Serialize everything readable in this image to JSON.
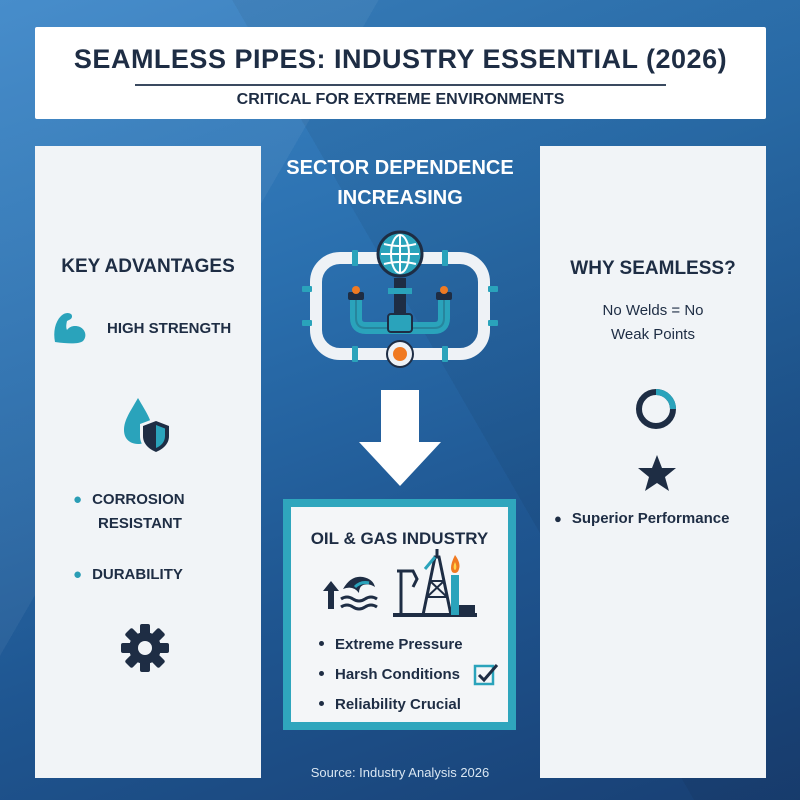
{
  "header": {
    "title": "SEAMLESS PIPES: INDUSTRY ESSENTIAL (2026)",
    "subtitle": "CRITICAL FOR EXTREME ENVIRONMENTS"
  },
  "left_panel": {
    "heading": "KEY ADVANTAGES",
    "items": [
      {
        "label": "HIGH STRENGTH",
        "icon": "muscle-arm-icon"
      },
      {
        "label": "",
        "icon": "water-drop-shield-icon"
      },
      {
        "label_line1": "CORROSION",
        "label_line2": "RESISTANT",
        "icon": "bullet"
      },
      {
        "label": "DURABILITY",
        "icon": "bullet"
      },
      {
        "label": "",
        "icon": "gear-icon"
      }
    ]
  },
  "center": {
    "heading_line1": "SECTOR DEPENDENCE",
    "heading_line2": "INCREASING",
    "pipe_icon": "globe-pipeline-icon",
    "arrow_icon": "down-arrow-icon",
    "box": {
      "title": "OIL & GAS INDUSTRY",
      "icons": [
        "offshore-waves-icon",
        "oil-rig-icon",
        "gas-flare-icon"
      ],
      "items": [
        "Extreme Pressure",
        "Harsh Conditions",
        "Reliability Crucial"
      ],
      "check_icon": "checkbox-checked-icon"
    }
  },
  "right_panel": {
    "heading": "WHY SEAMLESS?",
    "text_line1": "No Welds = No",
    "text_line2": "Weak Points",
    "icons": [
      "ring-progress-icon",
      "star-icon"
    ],
    "item": "Superior Performance"
  },
  "colors": {
    "navy": "#1e2d44",
    "teal": "#2fa6bd",
    "orange": "#f07a22",
    "background_top": "#3d87c8",
    "background_bottom": "#183f73"
  },
  "footer": {
    "source": "Source: Industry Analysis 2026"
  }
}
